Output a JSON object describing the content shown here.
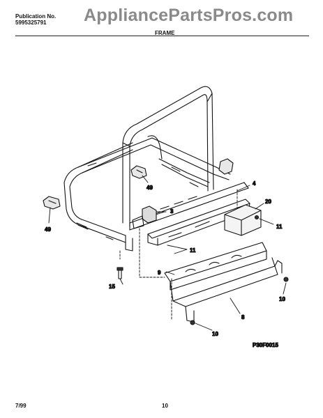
{
  "header": {
    "publication_label": "Publication No.",
    "publication_number": "5995325791",
    "watermark": "AppliancePartsPros.com",
    "section_title": "FRAME"
  },
  "callouts": {
    "c4": "4",
    "c20": "20",
    "c3": "3",
    "c49_right": "49",
    "c49_left": "49",
    "c11_right": "11",
    "c11_mid": "11",
    "c9": "9",
    "c15": "15",
    "c10_right": "10",
    "c8": "8",
    "c10_bottom": "10"
  },
  "figure_code": "P30F0015",
  "footer": {
    "date": "7/99",
    "page_number": "10"
  }
}
